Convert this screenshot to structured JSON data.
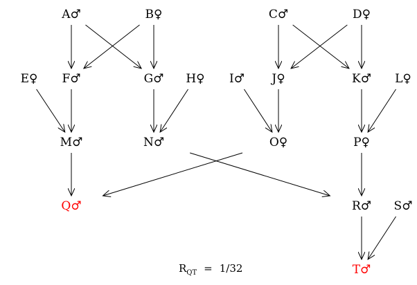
{
  "diagram": {
    "highlight_color": "#ff0000",
    "nodes": [
      {
        "id": "A",
        "label": "A",
        "sex": "♂"
      },
      {
        "id": "B",
        "label": "B",
        "sex": "♀"
      },
      {
        "id": "C",
        "label": "C",
        "sex": "♂"
      },
      {
        "id": "D",
        "label": "D",
        "sex": "♀"
      },
      {
        "id": "E",
        "label": "E",
        "sex": "♀"
      },
      {
        "id": "F",
        "label": "F",
        "sex": "♂"
      },
      {
        "id": "G",
        "label": "G",
        "sex": "♂"
      },
      {
        "id": "H",
        "label": "H",
        "sex": "♀"
      },
      {
        "id": "I",
        "label": "I",
        "sex": "♂"
      },
      {
        "id": "J",
        "label": "J",
        "sex": "♀"
      },
      {
        "id": "K",
        "label": "K",
        "sex": "♂"
      },
      {
        "id": "L",
        "label": "L",
        "sex": "♀"
      },
      {
        "id": "M",
        "label": "M",
        "sex": "♂"
      },
      {
        "id": "N",
        "label": "N",
        "sex": "♂"
      },
      {
        "id": "O",
        "label": "O",
        "sex": "♀"
      },
      {
        "id": "P",
        "label": "P",
        "sex": "♀"
      },
      {
        "id": "Q",
        "label": "Q",
        "sex": "♂",
        "highlight": true
      },
      {
        "id": "R",
        "label": "R",
        "sex": "♂"
      },
      {
        "id": "S",
        "label": "S",
        "sex": "♂"
      },
      {
        "id": "T",
        "label": "T",
        "sex": "♂",
        "highlight": true
      }
    ],
    "edges": [
      [
        "A",
        "F"
      ],
      [
        "A",
        "G"
      ],
      [
        "B",
        "F"
      ],
      [
        "B",
        "G"
      ],
      [
        "C",
        "J"
      ],
      [
        "C",
        "K"
      ],
      [
        "D",
        "J"
      ],
      [
        "D",
        "K"
      ],
      [
        "E",
        "M"
      ],
      [
        "F",
        "M"
      ],
      [
        "G",
        "N"
      ],
      [
        "H",
        "N"
      ],
      [
        "I",
        "O"
      ],
      [
        "J",
        "O"
      ],
      [
        "K",
        "P"
      ],
      [
        "L",
        "P"
      ],
      [
        "M",
        "Q"
      ],
      [
        "O",
        "Q"
      ],
      [
        "N",
        "R"
      ],
      [
        "P",
        "R"
      ],
      [
        "R",
        "T"
      ],
      [
        "S",
        "T"
      ]
    ]
  },
  "caption": {
    "symbol": "R",
    "subscript": "QT",
    "equals": "=",
    "value": "1/32"
  }
}
